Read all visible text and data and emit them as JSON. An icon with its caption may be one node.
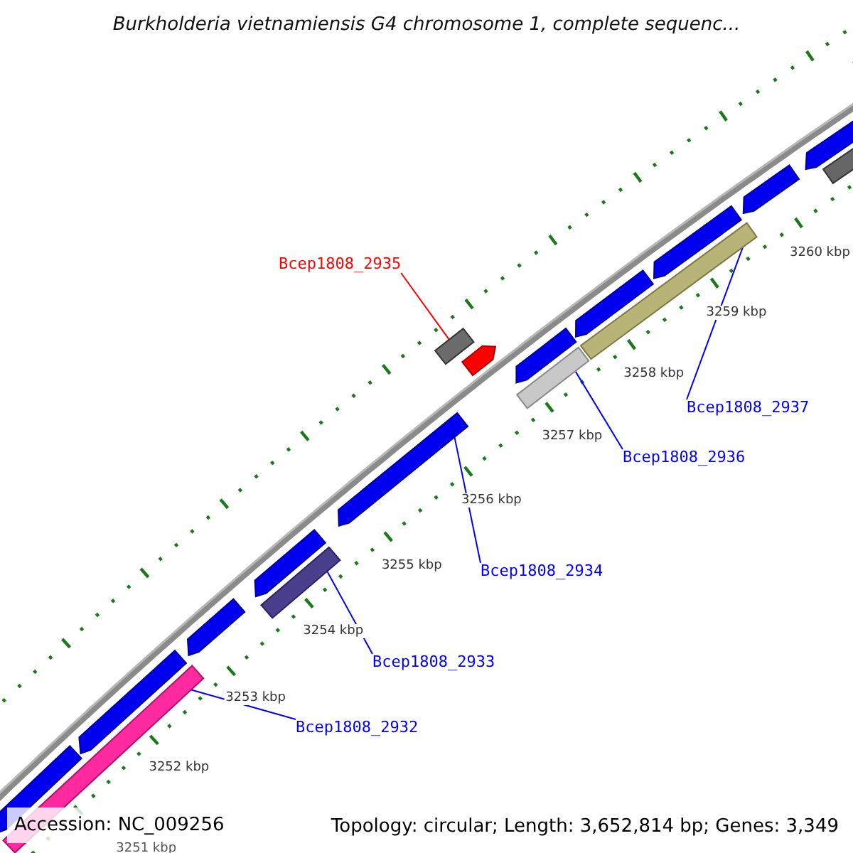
{
  "diagram": {
    "title": "Burkholderia vietnamiensis G4 chromosome 1, complete sequenc...",
    "nodes": [
      {
        "text": [
          "Bcep1808_2935"
        ]
      },
      {
        "text": [],
        "shape": "box"
      },
      {
        "text": [
          "Bcep1808_2936"
        ]
      },
      {
        "text": [],
        "shape": "box"
      },
      {
        "text": [
          "Bcep1808_2937"
        ]
      },
      {
        "text": [],
        "shape": "box"
      },
      {
        "text": [
          "Bcep1808_2934"
        ]
      },
      {
        "text": [],
        "shape": "arrow"
      },
      {
        "text": [
          "Bcep1808_2933"
        ]
      },
      {
        "text": [],
        "shape": "box"
      },
      {
        "text": [
          "Bcep1808_2932"
        ]
      },
      {
        "text": [],
        "shape": "box"
      },
      {
        "text": [],
        "shape": "arrow"
      },
      {
        "text": [],
        "shape": "arrow"
      },
      {
        "text": [],
        "shape": "arrow"
      },
      {
        "text": [],
        "shape": "arrow"
      },
      {
        "text": [],
        "shape": "arrow"
      },
      {
        "text": [],
        "shape": "arrow"
      },
      {
        "text": [],
        "shape": "arrow"
      },
      {
        "text": [],
        "shape": "arrow"
      },
      {
        "text": [],
        "shape": "arrow"
      },
      {
        "text": [],
        "shape": "arrow"
      },
      {
        "text": [],
        "shape": "arrow"
      },
      {
        "text": [],
        "shape": "box"
      }
    ],
    "edges": [
      {
        "from": 0,
        "to": 1,
        "arrow": "none",
        "color": "#ff0000"
      },
      {
        "from": 2,
        "to": 3,
        "arrow": "none"
      },
      {
        "from": 4,
        "to": 5,
        "arrow": "none"
      },
      {
        "from": 6,
        "to": 7,
        "arrow": "none"
      },
      {
        "from": 8,
        "to": 9,
        "arrow": "none"
      },
      {
        "from": 10,
        "to": 11,
        "arrow": "none"
      }
    ],
    "labels": [
      "3260 kbp",
      "3259 kbp",
      "3258 kbp",
      "3257 kbp",
      "3256 kbp",
      "3255 kbp",
      "3254 kbp",
      "3253 kbp",
      "3252 kbp",
      "3251 kbp",
      "Accession: NC_009256",
      "Topology: circular; Length: 3,652,814 bp; Genes: 3,349"
    ]
  }
}
